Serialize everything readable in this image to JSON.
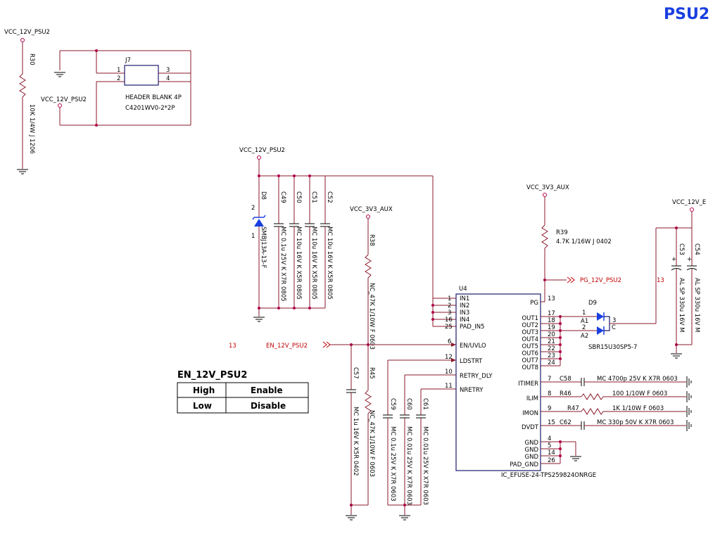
{
  "sheet_title": "PSU2",
  "nets": {
    "vcc_12v_psu2": "VCC_12V_PSU2",
    "vcc_3v3_aux": "VCC_3V3_AUX",
    "vcc_12v_e": "VCC_12V_E",
    "pg_12v_psu2": "PG_12V_PSU2",
    "en_12v_psu2": "EN_12V_PSU2",
    "page_ref_13": "13"
  },
  "j7": {
    "ref": "J7",
    "value": "HEADER BLANK 4P",
    "part": "C4201WV0-2*2P",
    "pins": [
      "1",
      "2",
      "3",
      "4"
    ]
  },
  "r30": {
    "ref": "R30",
    "value": "10K 1/4W J 1206"
  },
  "d8": {
    "ref": "D8",
    "value": "SMBJ13A-13-F",
    "pin_a": "2",
    "pin_b": "1"
  },
  "c49": {
    "ref": "C49",
    "value": "MC 0.1u 25V K X7R 0805"
  },
  "c50": {
    "ref": "C50",
    "value": "MC 10u 16V K X5R 0805"
  },
  "c51": {
    "ref": "C51",
    "value": "MC 10u 16V K X5R 0805"
  },
  "c52": {
    "ref": "C52",
    "value": "MC 10u 16V K X5R 0805"
  },
  "r38": {
    "ref": "R38",
    "value": "NC_47K 1/10W F 0603"
  },
  "r45": {
    "ref": "R45",
    "value": "NC_47K 1/10W F 0603"
  },
  "c57": {
    "ref": "C57",
    "value": "MC 1u 16V K X5R 0402"
  },
  "c59": {
    "ref": "C59",
    "value": "MC 0.1u 25V K X7R 0603"
  },
  "c60": {
    "ref": "C60",
    "value": "MC 0.01u 25V K X7R 0603"
  },
  "c61": {
    "ref": "C61",
    "value": "MC 0.01u 25V K X7R 0603"
  },
  "r39": {
    "ref": "R39",
    "value": "4.7K 1/16W J 0402"
  },
  "d9": {
    "ref": "D9",
    "value": "SBR15U30SP5-7",
    "pin1": "1",
    "pin2": "2",
    "pin3": "3",
    "a1": "A1",
    "a2": "A2",
    "k": "C"
  },
  "c53": {
    "ref": "C53",
    "value": "AL SP 330u 16V M",
    "plus": "+"
  },
  "c54": {
    "ref": "C54",
    "value": "AL SP 330u 16V M",
    "plus": "+"
  },
  "c58": {
    "ref": "C58",
    "value": "MC 4700p 25V K X7R 0603"
  },
  "r46": {
    "ref": "R46",
    "value": "100 1/10W F 0603"
  },
  "r47": {
    "ref": "R47",
    "value": "1K 1/10W F 0603"
  },
  "c62": {
    "ref": "C62",
    "value": "MC 330p 50V K X7R 0603"
  },
  "u4": {
    "ref": "U4",
    "value": "IC_EFUSE-24-TPS259824ONRGE",
    "left_pins": [
      {
        "num": "1",
        "name": "IN1"
      },
      {
        "num": "2",
        "name": "IN2"
      },
      {
        "num": "3",
        "name": "IN3"
      },
      {
        "num": "16",
        "name": "IN4"
      },
      {
        "num": "25",
        "name": "PAD_IN5"
      },
      {
        "num": "6",
        "name": "EN/UVLO"
      },
      {
        "num": "12",
        "name": "LDSTRT"
      },
      {
        "num": "10",
        "name": "RETRY_DLY"
      },
      {
        "num": "11",
        "name": "NRETRY"
      }
    ],
    "right_pins": [
      {
        "num": "13",
        "name": "PG"
      },
      {
        "num": "17",
        "name": "OUT1"
      },
      {
        "num": "18",
        "name": "OUT2"
      },
      {
        "num": "19",
        "name": "OUT3"
      },
      {
        "num": "20",
        "name": "OUT4"
      },
      {
        "num": "21",
        "name": "OUT5"
      },
      {
        "num": "22",
        "name": "OUT6"
      },
      {
        "num": "23",
        "name": "OUT7"
      },
      {
        "num": "24",
        "name": "OUT8"
      },
      {
        "num": "7",
        "name": "ITIMER"
      },
      {
        "num": "8",
        "name": "ILIM"
      },
      {
        "num": "9",
        "name": "IMON"
      },
      {
        "num": "15",
        "name": "DVDT"
      },
      {
        "num": "4",
        "name": "GND"
      },
      {
        "num": "5",
        "name": "GND"
      },
      {
        "num": "14",
        "name": "GND"
      },
      {
        "num": "26",
        "name": "PAD_GND"
      }
    ]
  },
  "en_table": {
    "title": "EN_12V_PSU2",
    "rows": [
      {
        "level": "High",
        "state": "Enable"
      },
      {
        "level": "Low",
        "state": "Disable"
      }
    ]
  }
}
